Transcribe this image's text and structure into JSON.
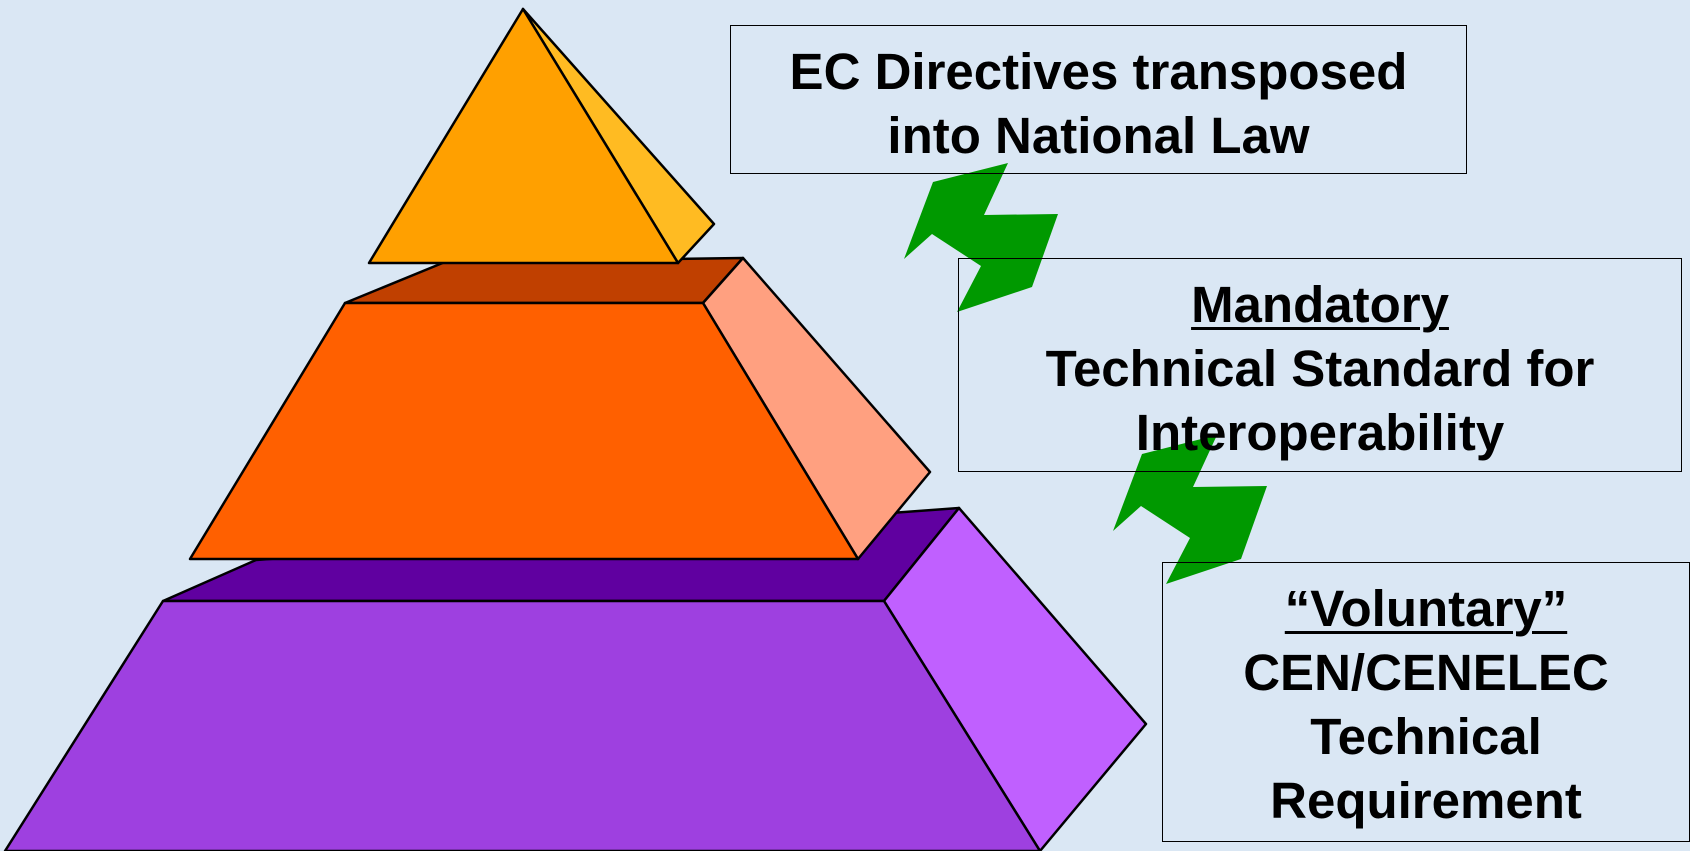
{
  "colors": {
    "background": "#dae7f4",
    "top_front": "#ffa000",
    "top_side": "#ffbb22",
    "middle_front": "#ff6000",
    "middle_top": "#c04000",
    "middle_side": "#ffa080",
    "bottom_front": "#9e40e0",
    "bottom_top": "#6000a0",
    "bottom_side": "#c060ff",
    "arrow": "#009900",
    "outline": "#000000"
  },
  "labels": {
    "law": {
      "line1": "EC Directives transposed",
      "line2": "into National Law"
    },
    "tsi": {
      "heading": "Mandatory",
      "line1": "Technical Standard for",
      "line2": "Interoperability"
    },
    "cen": {
      "heading": "“Voluntary”",
      "line1": "CEN/CENELEC",
      "line2": "Technical",
      "line3": "Requirement"
    }
  },
  "arrows": [
    {
      "icon": "double-headed-arrow-icon",
      "connects": [
        "law",
        "tsi"
      ]
    },
    {
      "icon": "double-headed-arrow-icon",
      "connects": [
        "tsi",
        "cen"
      ]
    }
  ]
}
